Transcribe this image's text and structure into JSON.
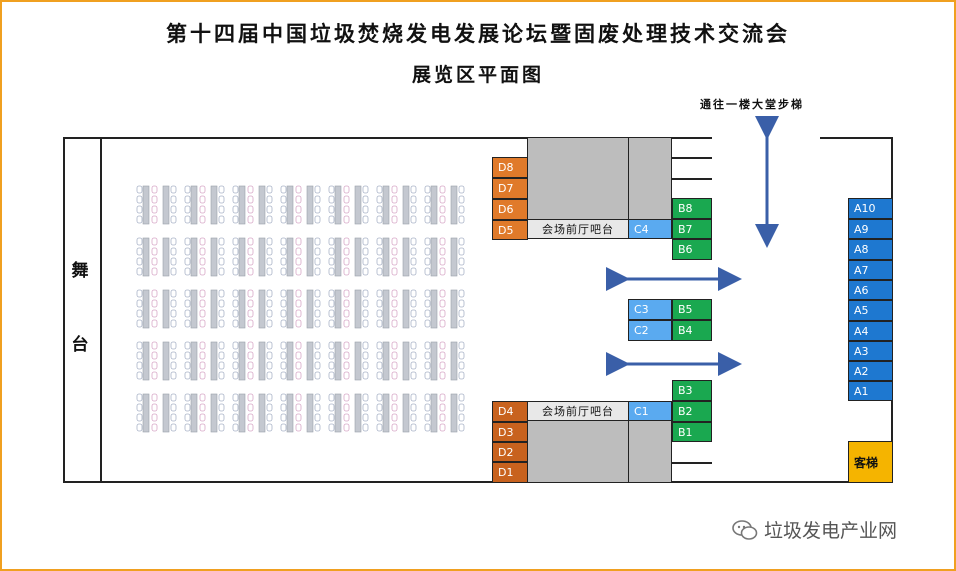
{
  "title": "第十四届中国垃圾焚烧发电发展论坛暨固废处理技术交流会",
  "subtitle": "展览区平面图",
  "stage_chars": [
    "舞",
    "台"
  ],
  "stairs_label": "通往一楼大堂步梯",
  "bar_label": "会场前厅吧台",
  "elevator_label": "客梯",
  "watermark": "垃圾发电产业网",
  "icons": {
    "arrow": "double-arrow-icon",
    "wechat": "wechat-icon",
    "seat": "chair-icon"
  },
  "colors": {
    "orange": "#e07a2a",
    "green": "#1aa850",
    "light_blue": "#5aaaf0",
    "blue": "#1e78d0",
    "yellow": "#f5b400",
    "gray": "#bdbdbd",
    "frame": "#f0a020"
  },
  "booths_d_top": [
    "D8",
    "D7",
    "D6",
    "D5"
  ],
  "booths_d_bottom": [
    "D4",
    "D3",
    "D2",
    "D1"
  ],
  "booths_b_top": [
    "B8",
    "B7",
    "B6"
  ],
  "booths_b_mid": [
    "B5",
    "B4"
  ],
  "booths_b_bottom": [
    "B3",
    "B2",
    "B1"
  ],
  "booths_c_top": [
    "C4"
  ],
  "booths_c_mid": [
    "C3",
    "C2"
  ],
  "booths_c_bottom": [
    "C1"
  ],
  "booths_a": [
    "A10",
    "A9",
    "A8",
    "A7",
    "A6",
    "A5",
    "A4",
    "A3",
    "A2",
    "A1"
  ]
}
